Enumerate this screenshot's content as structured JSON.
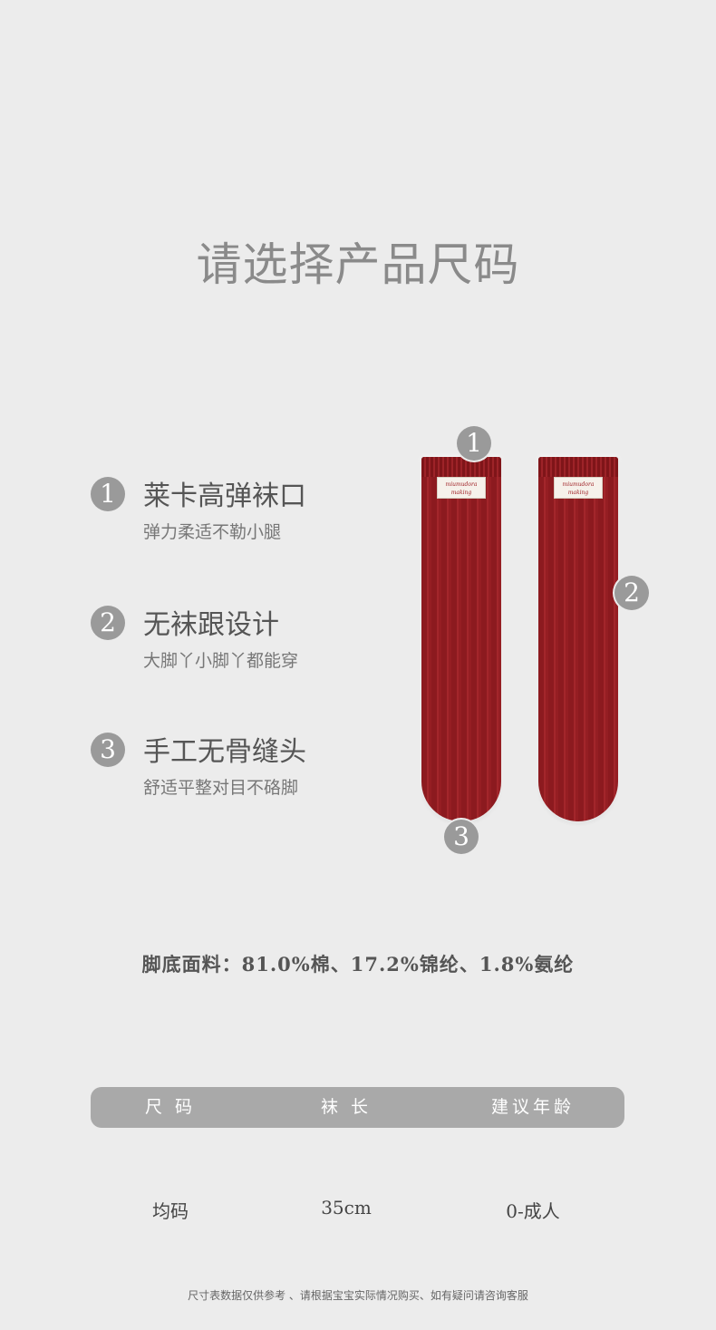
{
  "title": "请选择产品尺码",
  "features": [
    {
      "num": "1",
      "title": "莱卡高弹袜口",
      "subtitle": "弹力柔适不勒小腿"
    },
    {
      "num": "2",
      "title": "无袜跟设计",
      "subtitle": "大脚丫小脚丫都能穿"
    },
    {
      "num": "3",
      "title": "手工无骨缝头",
      "subtitle": "舒适平整对目不硌脚"
    }
  ],
  "sock_image": {
    "tag_text_line1": "miumudora",
    "tag_text_line2": "making",
    "callouts": [
      "1",
      "2",
      "3"
    ]
  },
  "material": "脚底面料：81.0%棉、17.2%锦纶、1.8%氨纶",
  "size_table": {
    "headers": [
      "尺 码",
      "袜 长",
      "建议年龄"
    ],
    "row": [
      "均码",
      "35cm",
      "0-成人"
    ]
  },
  "footnote": "尺寸表数据仅供参考 、请根据宝宝实际情况购买、如有疑问请咨询客服",
  "colors": {
    "background": "#ececec",
    "sock": "#8c1a1f",
    "badge": "#9a9a9a",
    "table_header": "#a9a9a9"
  }
}
